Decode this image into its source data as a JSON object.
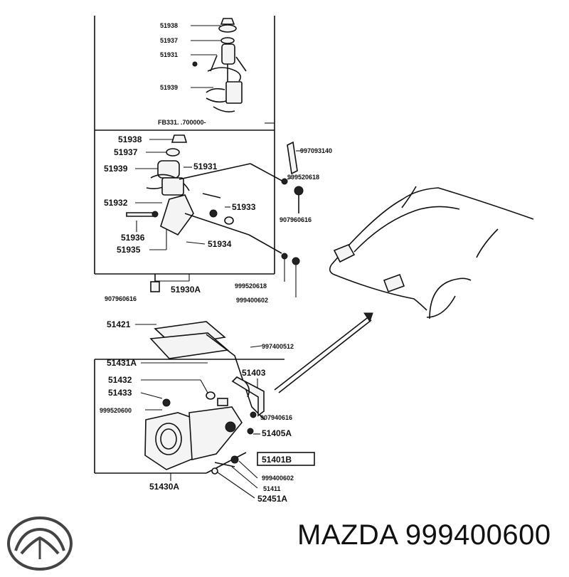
{
  "brand": {
    "name": "MAZDA",
    "part_number": "999400600"
  },
  "diagram": {
    "top_box": {
      "labels": [
        "51938",
        "51937",
        "51931",
        "51939"
      ],
      "note": "FB331. .700000-"
    },
    "mid_box": {
      "labels": [
        "51938",
        "51937",
        "51939",
        "51931",
        "51932",
        "51933",
        "51936",
        "51935",
        "51934"
      ],
      "assembly": "51930A"
    },
    "mid_right_labels": [
      "997093140",
      "999520618",
      "907960616",
      "999520618",
      "999400602"
    ],
    "mid_bottom_left": "907960616",
    "bottom": {
      "labels": [
        "51421",
        "997400512",
        "51431A",
        "51403",
        "51432",
        "51433",
        "999520600",
        "907940616",
        "51405A",
        "51401B",
        "999400602",
        "51411",
        "52451A"
      ],
      "assembly": "51430A"
    }
  }
}
